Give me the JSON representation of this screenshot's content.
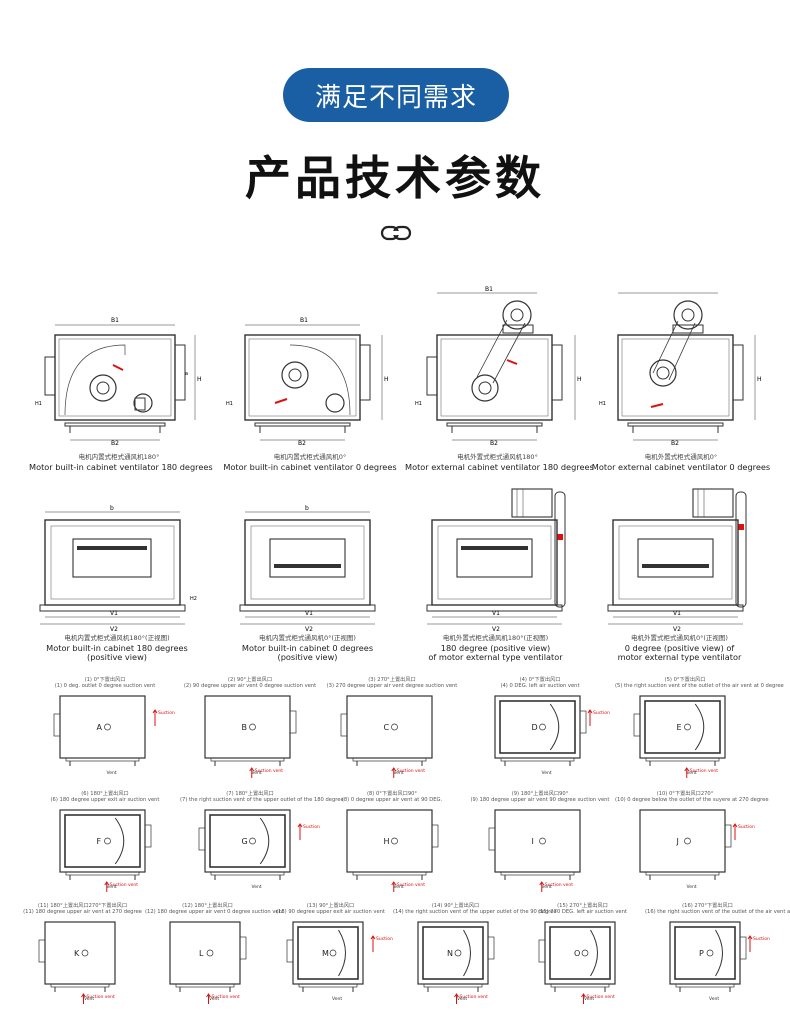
{
  "header": {
    "pill_label": "满足不同需求",
    "title": "产品技术参数",
    "link_icon": "link-icon"
  },
  "diagrams_row1": [
    {
      "cn": "电机内置式柜式通风机180°",
      "en": "Motor built-in cabinet ventilator 180 degrees"
    },
    {
      "cn": "电机内置式柜式通风机0°",
      "en": "Motor built-in cabinet ventilator 0 degrees"
    },
    {
      "cn": "电机外置式柜式通风机180°",
      "en": "Motor external cabinet ventilator 180 degrees"
    },
    {
      "cn": "电机外置式柜式通风机0°",
      "en": "Motor external cabinet ventilator 0 degrees"
    }
  ],
  "diagrams_row2": [
    {
      "cn": "电机内置式柜式通风机180°(正视图)",
      "en1": "Motor built-in cabinet 180 degrees",
      "en2": "(positive view)"
    },
    {
      "cn": "电机内置式柜式通风机0°(正视图)",
      "en1": "Motor built-in cabinet 0 degrees",
      "en2": "(positive view)"
    },
    {
      "cn": "电机外置式柜式通风机180°(正视图)",
      "en1": "180 degree (positive view)",
      "en2": "of motor external type ventilator"
    },
    {
      "cn": "电机外置式柜式通风机0°(正视图)",
      "en1": "0 degree (positive view) of",
      "en2": "motor external type ventilator"
    }
  ],
  "dimension_labels": {
    "b1": "B1",
    "b2": "B2",
    "b": "b",
    "v1": "V1",
    "v2": "V2",
    "h": "H",
    "h1": "H1",
    "h2": "H2"
  },
  "suction_label": "Suction vent",
  "vent_label": "Vent",
  "orientations": [
    {
      "letter": "A",
      "t1": "(1) 0°下置出风口",
      "t2": "(1) 0 deg. outlet 0 degree suction vent"
    },
    {
      "letter": "B",
      "t1": "(2) 90°上置出风口",
      "t2": "(2) 90 degree upper air vent 0 degree suction vent"
    },
    {
      "letter": "C",
      "t1": "(3) 270°上置出风口",
      "t2": "(3) 270 degree upper air vent degree suction vent"
    },
    {
      "letter": "D",
      "t1": "(4) 0°下置出风口",
      "t2": "(4) 0 DEG. left air suction vent"
    },
    {
      "letter": "E",
      "t1": "(5) 0°下置出风口",
      "t2": "(5) the right suction vent of the outlet of the air vent at 0 degree"
    },
    {
      "letter": "F",
      "t1": "(6) 180°上置出风口",
      "t2": "(6) 180 degree upper exit air suction vent"
    },
    {
      "letter": "G",
      "t1": "(7) 180°上置出风口",
      "t2": "(7) the right suction vent of the upper outlet of the 180 degree"
    },
    {
      "letter": "H",
      "t1": "(8) 0°下置出风口90°",
      "t2": "(8) 0 degree upper air vent at 90 DEG."
    },
    {
      "letter": "I",
      "t1": "(9) 180°上置出风口90°",
      "t2": "(9) 180 degree upper air vent 90 degree suction vent"
    },
    {
      "letter": "J",
      "t1": "(10) 0°下置出风口270°",
      "t2": "(10) 0 degree below the outlet of the suyere at 270 degree"
    },
    {
      "letter": "K",
      "t1": "(11) 180°上置出风口270°下置出风口",
      "t2": "(11) 180 degree upper air vent at 270 degree"
    },
    {
      "letter": "L",
      "t1": "(12) 180°上置出风口",
      "t2": "(12) 180 degree upper air vent 0 degree suction vent"
    },
    {
      "letter": "M",
      "t1": "(13) 90°上置出风口",
      "t2": "(13) 90 degree upper exit air suction vent"
    },
    {
      "letter": "N",
      "t1": "(14) 90°上置出风口",
      "t2": "(14) the right suction vent of the upper outlet of the 90 degree"
    },
    {
      "letter": "O",
      "t1": "(15) 270°上置出风口",
      "t2": "(15) 270 DEG. left air suction vent"
    },
    {
      "letter": "P",
      "t1": "(16) 270°下置出风口",
      "t2": "(16) the right suction vent of the outlet of the air vent at 270 degree"
    }
  ]
}
